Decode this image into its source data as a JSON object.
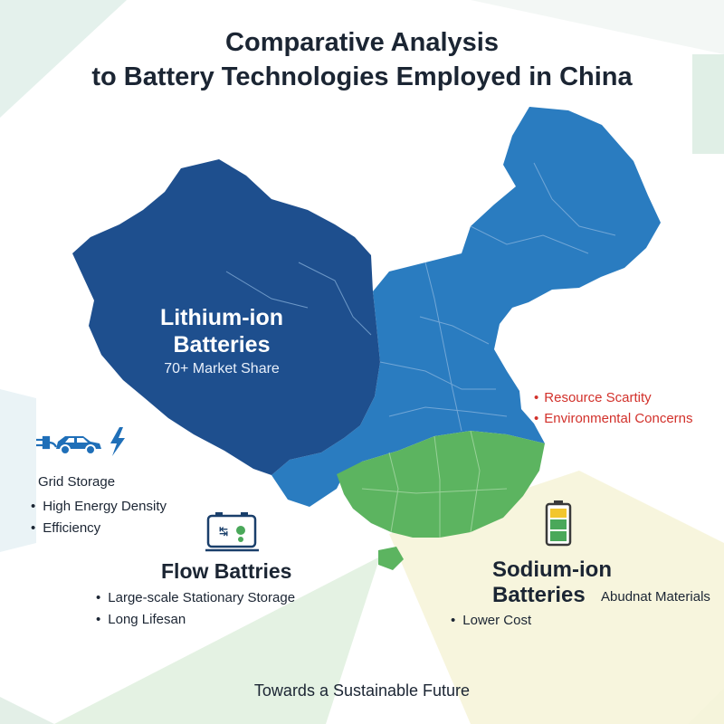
{
  "title": {
    "line1": "Comparative Analysis",
    "line2": "to Battery Technologies Employed in China"
  },
  "lithium": {
    "name": "Lithium-ion Batteries",
    "share": "70+ Market Share",
    "grid_label": "Grid Storage",
    "features": [
      "High Energy Density",
      "Efficiency"
    ],
    "color": "#1e4f8e"
  },
  "concerns": [
    "Resource Scartity",
    "Environmental Concerns"
  ],
  "flow": {
    "name": "Flow Battries",
    "features": [
      "Large-scale Stationary Storage",
      "Long Lifesan"
    ],
    "color": "#5cb460"
  },
  "sodium": {
    "name_line1": "Sodium-ion",
    "name_line2": "Batteries",
    "extra": "Abudnat Materials",
    "features": [
      "Lower Cost"
    ]
  },
  "footer": "Towards a Sustainable Future",
  "colors": {
    "dark_blue": "#1e4f8e",
    "mid_blue": "#2a7cc0",
    "green": "#5cb460",
    "alert_red": "#d2312b"
  },
  "icons": [
    "car-icon",
    "plug-icon",
    "lightning-icon",
    "battery-device-icon",
    "battery-level-icon"
  ]
}
